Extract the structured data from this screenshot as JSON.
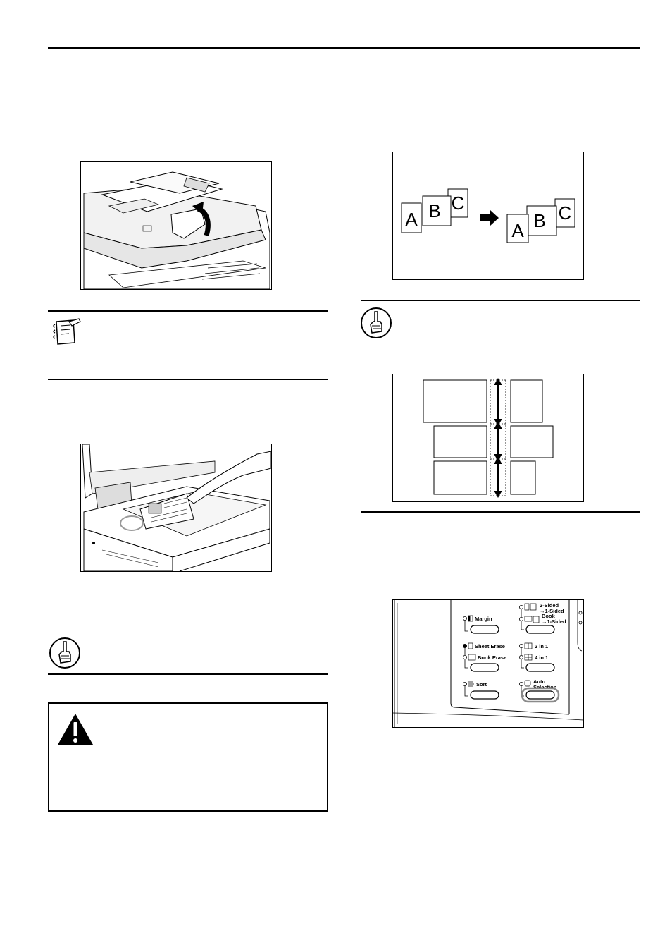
{
  "abc_diagram": {
    "before": [
      "A",
      "B",
      "C"
    ],
    "after": [
      "A",
      "B",
      "C"
    ]
  },
  "operation_panel": {
    "margin": "Margin",
    "sheet_erase": "Sheet Erase",
    "book_erase": "Book Erase",
    "sort": "Sort",
    "two_sided_line1": "2-Sided",
    "two_sided_line2": "→1-Sided",
    "book_line1": "Book",
    "book_line2": "→1-Sided",
    "two_in_one": "2 in 1",
    "four_in_one": "4 in 1",
    "auto_line1": "Auto",
    "auto_line2": "Selection"
  }
}
